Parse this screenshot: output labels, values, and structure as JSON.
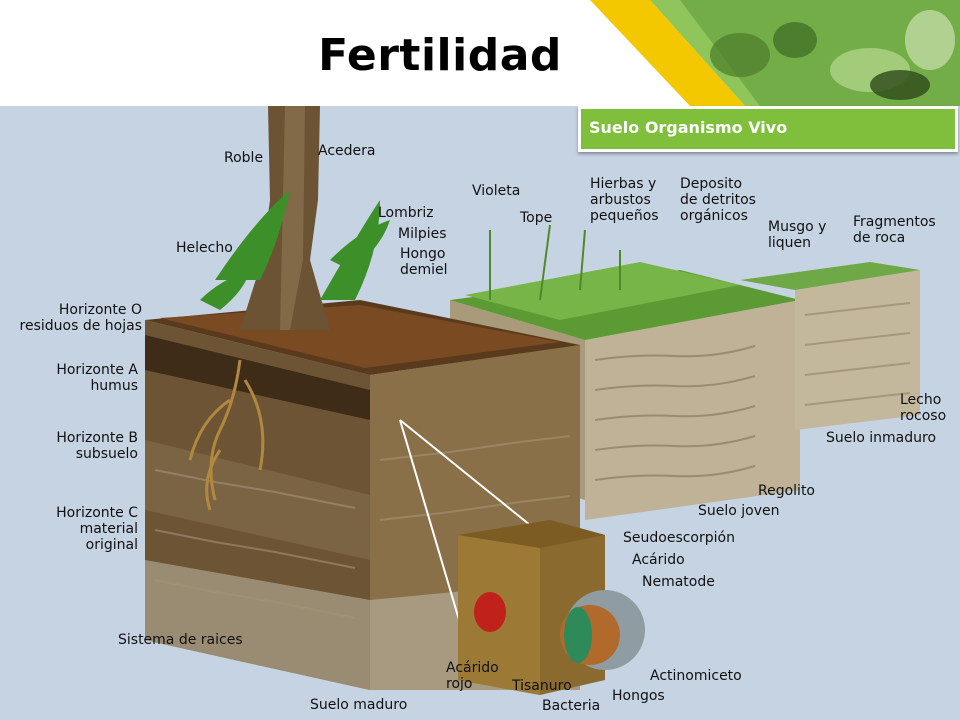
{
  "slide": {
    "title": "Fertilidad",
    "subtitle_box": "Suelo Organismo Vivo"
  },
  "labels": {
    "roble": "Roble",
    "acedera": "Acedera",
    "helecho": "Helecho",
    "lombriz": "Lombriz",
    "milpies": "Milpies",
    "hongo_demiel": "Hongo demiel",
    "violeta": "Violeta",
    "tope": "Tope",
    "hierbas": "Hierbas y arbustos pequeños",
    "deposito": "Deposito de detritos orgánicos",
    "musgo": "Musgo y liquen",
    "fragmentos": "Fragmentos de roca",
    "horizonte_o": "Horizonte O residuos de hojas",
    "horizonte_a": "Horizonte A humus",
    "horizonte_b": "Horizonte B subsuelo",
    "horizonte_c": "Horizonte C material original",
    "lecho": "Lecho rocoso",
    "suelo_inmaduro": "Suelo inmaduro",
    "regolito": "Regolito",
    "suelo_joven": "Suelo joven",
    "seudoescorpion": "Seudoescorpión",
    "acarido": "Acárido",
    "nematode": "Nematode",
    "sistema_raices": "Sistema de raices",
    "acarido_rojo": "Acárido rojo",
    "tisanuro": "Tisanuro",
    "actinomiceto": "Actinomiceto",
    "hongos": "Hongos",
    "bacteria": "Bacteria",
    "suelo_maduro": "Suelo maduro"
  },
  "colors": {
    "background": "#c6d3e3",
    "banner_yellow": "#f3c800",
    "banner_green": "#7fbf3c",
    "soil_brown": "#7a5a34",
    "rock_grey": "#b7ab93"
  }
}
